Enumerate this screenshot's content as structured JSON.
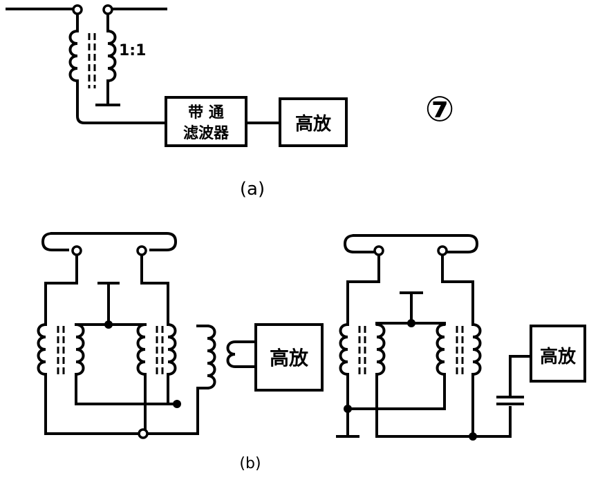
{
  "figure_number": "⑦",
  "diagram_a": {
    "ratio_label": "1:1",
    "filter_block_line1": "带 通",
    "filter_block_line2": "滤波器",
    "amp_block": "高放",
    "caption": "(a)"
  },
  "diagram_b": {
    "left_amp_block": "高放",
    "right_amp_block": "高放",
    "caption": "(b)"
  }
}
